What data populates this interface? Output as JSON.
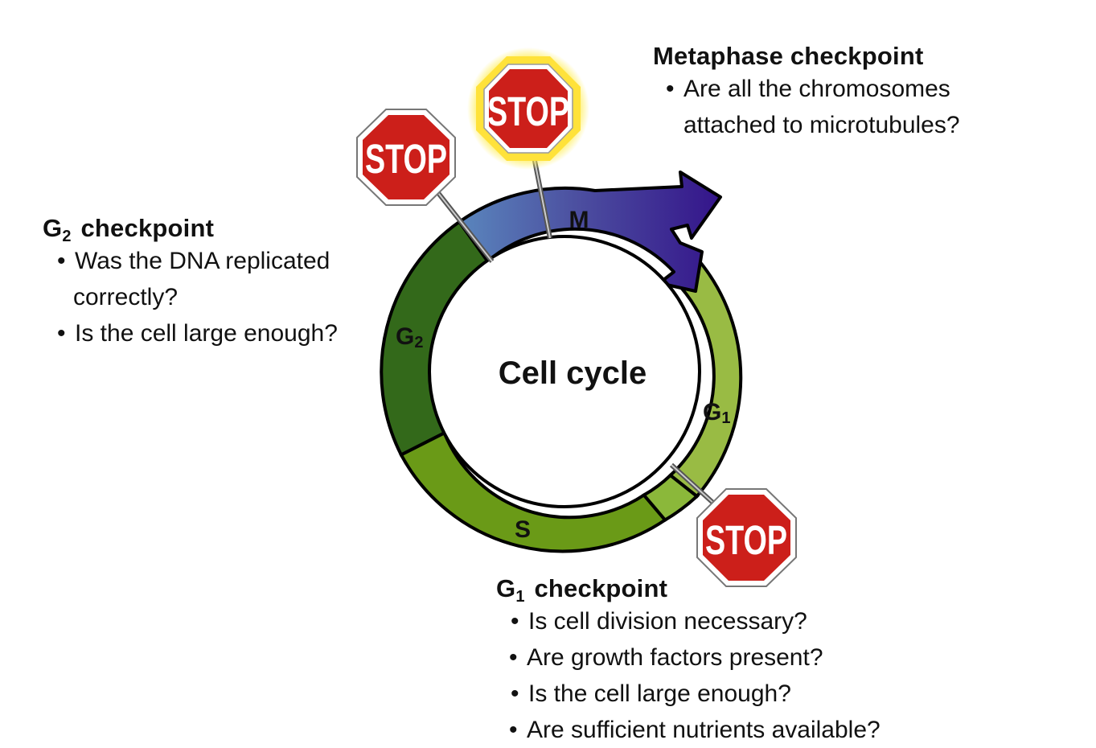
{
  "center_label": "Cell cycle",
  "phases": {
    "m": "M",
    "g2": "G",
    "g2_sub": "2",
    "s": "S",
    "g1": "G",
    "g1_sub": "1"
  },
  "stop_sign_text": "STOP",
  "metaphase_checkpoint": {
    "title": "Metaphase checkpoint",
    "items": [
      "Are all the chromosomes",
      "attached to microtubules?"
    ]
  },
  "g2_checkpoint": {
    "title_main": "G",
    "title_sub": "2",
    "title_rest": "checkpoint",
    "items": [
      "Was the DNA replicated",
      "correctly?",
      "Is the cell large enough?"
    ]
  },
  "g1_checkpoint": {
    "title_main": "G",
    "title_sub": "1",
    "title_rest": "checkpoint",
    "items": [
      "Is cell division necessary?",
      "Are growth factors present?",
      "Is the cell large enough?",
      "Are sufficient nutrients available?"
    ]
  },
  "colors": {
    "g2_dark_green": "#33691a",
    "s_green": "#6a9a17",
    "g1_light_green": "#99bb44",
    "m_blue": "#5c7bb1",
    "arrow_purple": "#3a1a86",
    "stop_red": "#cc1f1a",
    "stop_glow": "#ffe23a"
  }
}
